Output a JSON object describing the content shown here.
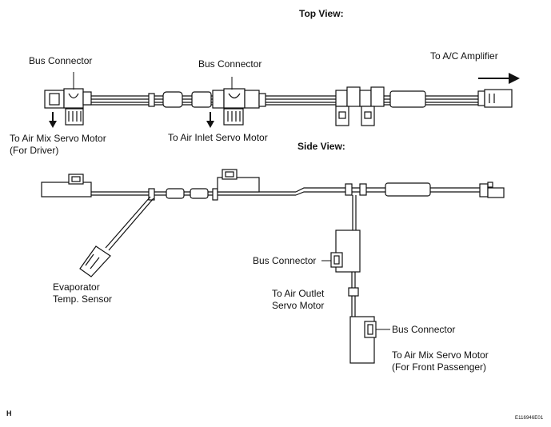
{
  "views": {
    "top_title": "Top View:",
    "side_title": "Side View:"
  },
  "labels": {
    "bus_connector_1": "Bus Connector",
    "bus_connector_2": "Bus Connector",
    "to_ac_amplifier": "To A/C Amplifier",
    "to_air_mix_driver_line1": "To Air Mix Servo Motor",
    "to_air_mix_driver_line2": "(For Driver)",
    "to_air_inlet": "To Air Inlet Servo Motor",
    "evaporator_line1": "Evaporator",
    "evaporator_line2": "Temp. Sensor",
    "bus_connector_3": "Bus Connector",
    "to_air_outlet_line1": "To Air Outlet",
    "to_air_outlet_line2": "Servo Motor",
    "bus_connector_4": "Bus Connector",
    "to_air_mix_passenger_line1": "To Air Mix Servo Motor",
    "to_air_mix_passenger_line2": "(For Front Passenger)"
  },
  "footer": {
    "page_marker": "H",
    "figure_code": "E116946E01"
  },
  "colors": {
    "line": "#111111",
    "background": "#ffffff"
  }
}
